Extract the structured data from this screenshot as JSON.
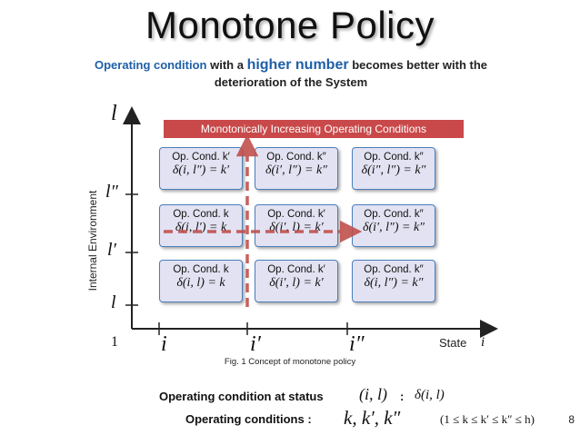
{
  "title": "Monotone Policy",
  "subtitle": {
    "part1": "Operating condition",
    "part2": " with a ",
    "part3": "higher number",
    "part4": " becomes better with the",
    "line2": "deterioration of the System"
  },
  "banner": "Monotonically Increasing Operating Conditions",
  "y_axis_label": "Internal Environment",
  "y_axis_symbol": "l",
  "y_ticks": [
    "l″",
    "l′",
    "l"
  ],
  "x_origin": "1",
  "x_ticks": [
    "i",
    "i′",
    "i″"
  ],
  "x_axis_label": "State",
  "x_axis_symbol": "i",
  "cells": [
    [
      {
        "title": "Op. Cond. k′",
        "formula": "δ(i, l″) = k′"
      },
      {
        "title": "Op. Cond. k″",
        "formula": "δ(i′, l″) = k″"
      },
      {
        "title": "Op. Cond. k″",
        "formula": "δ(i″, l″) = k″"
      }
    ],
    [
      {
        "title": "Op. Cond. k",
        "formula": "δ(i, l′) = k"
      },
      {
        "title": "Op. Cond. k′",
        "formula": "δ(i′, l) = k′"
      },
      {
        "title": "Op. Cond. k″",
        "formula": "δ(i′, l″) = k″"
      }
    ],
    [
      {
        "title": "Op. Cond. k",
        "formula": "δ(i, l) = k"
      },
      {
        "title": "Op. Cond. k′",
        "formula": "δ(i′, l) = k′"
      },
      {
        "title": "Op. Cond. k″",
        "formula": "δ(i, l″) = k″"
      }
    ]
  ],
  "caption": "Fig. 1 Concept of monotone policy",
  "bottom_line1_label": "Operating condition at status",
  "bottom_line1_expr": "(i, l)",
  "bottom_line1_colon": ":",
  "bottom_line1_value": "δ(i, l)",
  "bottom_line2_label": "Operating conditions :",
  "bottom_line2_expr": "k, k′, k″",
  "bottom_line2_constraint": "(1 ≤ k ≤ k′ ≤ k″ ≤ h)",
  "page_number": "8",
  "colors": {
    "banner": "#c9494a",
    "cell_fill": "#e3e2f2",
    "cell_border": "#4a7ebb",
    "arrow": "#c0504d",
    "subtitle_blue": "#1f5fa8"
  }
}
